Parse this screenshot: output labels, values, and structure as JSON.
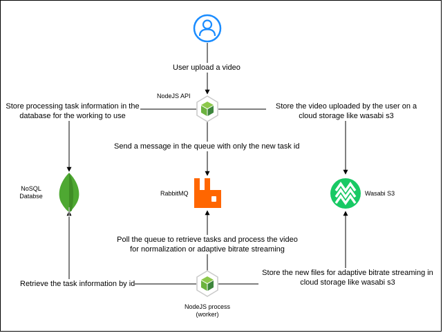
{
  "labels": {
    "user_upload": "User upload a video",
    "nodejs_api": "NodeJS API",
    "store_task_info": [
      "Store processing task information in the",
      "database for the working to use"
    ],
    "store_video": [
      "Store the video uploaded by the user on a",
      "cloud storage like wasabi s3"
    ],
    "send_message": "Send a message in the queue with only the new task id",
    "nosql": [
      "NoSQL",
      "Databse"
    ],
    "rabbitmq": "RabbitMQ",
    "wasabi": "Wasabi S3",
    "poll_queue": [
      "Poll the queue to retrieve tasks and process the video",
      "for normalization or adaptive bitrate streaming"
    ],
    "store_new_files": [
      "Store the new files for adaptive bitrate streaming in",
      "cloud storage like wasabi s3"
    ],
    "retrieve_task": "Retrieve the task information by id",
    "nodejs_worker": [
      "NodeJS process",
      "(worker)"
    ]
  },
  "colors": {
    "user_icon": "#1a8cff",
    "nodejs_green": "#6cb33f",
    "mongo_green": "#4ea832",
    "rabbit_orange": "#ff6600",
    "wasabi_green": "#18c964",
    "edge": "#000000"
  },
  "icons": {
    "user": "user-icon",
    "nodejs_api": "nodejs-icon",
    "mongodb": "mongodb-leaf-icon",
    "rabbitmq": "rabbitmq-icon",
    "wasabi": "wasabi-icon",
    "nodejs_worker": "nodejs-icon"
  }
}
